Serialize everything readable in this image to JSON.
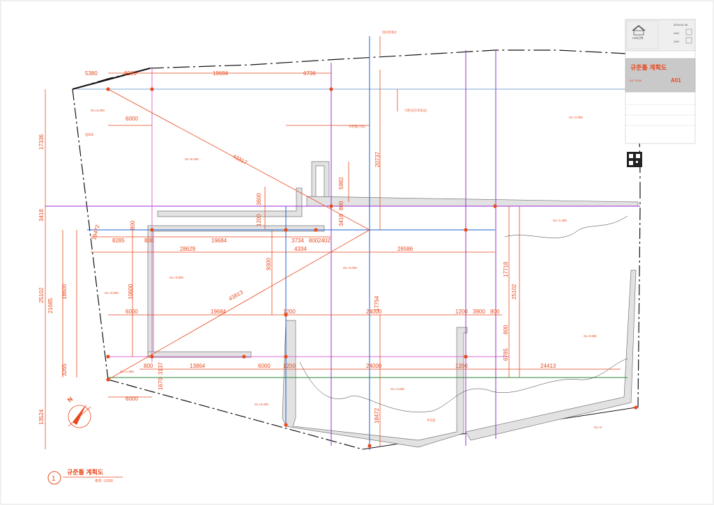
{
  "sheet": {
    "title": "규준틀 계획도",
    "scale_label": "축척 : 1/200",
    "number": "1"
  },
  "title_block": {
    "logo_text": "HSB건축",
    "sheet_title": "규준틀 계획도",
    "sheet_no": "A01",
    "scale": "A3: 1/200",
    "rows": [
      "2024.04.26",
      "JUH",
      "JUH"
    ]
  },
  "north_label": "N",
  "dimensions": {
    "top_row": [
      "5380",
      "8260",
      "19684",
      "6736"
    ],
    "left_col": [
      "17336",
      "3418",
      "25102",
      "21685",
      "18600",
      "3265",
      "13524"
    ],
    "row_mid": [
      "8285",
      "800",
      "19684",
      "3734",
      "800",
      "2402"
    ],
    "row_mid2": [
      "28629",
      "4334",
      "26586"
    ],
    "row_lower": [
      "6000",
      "19684",
      "1200",
      "24000",
      "1200",
      "3900",
      "800"
    ],
    "row_bottom": [
      "800",
      "13864",
      "6000",
      "1200",
      "24000",
      "1200",
      "24413"
    ],
    "misc": [
      "6000",
      "6000",
      "43317",
      "43813",
      "20737",
      "5982",
      "3418",
      "800",
      "1200",
      "3600",
      "9300",
      "17754",
      "17718",
      "25102",
      "800",
      "6785",
      "3137",
      "1670",
      "800",
      "19472",
      "18472",
      "10600"
    ]
  },
  "labels": {
    "room_a": "정화조",
    "room_b": "주차장",
    "note_top": "대지경계선",
    "note_1": "기준선(도로중심)",
    "note_2": "규준틀(가설)"
  },
  "levels": [
    "GL+6.200",
    "GL+6.200",
    "GL+4.600",
    "GL+3.900",
    "GL+3.000",
    "GL+2.800",
    "GL+1.300",
    "GL+1.900",
    "GL+0.200",
    "GL+1.500",
    "GL+1.900",
    "GL-0.900",
    "GL+0.100",
    "GL+0"
  ],
  "colors": {
    "accent": "#e8491d",
    "blue": "#1c5fd6",
    "purple": "#9a2fd0",
    "pink": "#e06ad6",
    "green": "#2a8a3a",
    "lightblue": "#7fa9d8",
    "wall": "#d9d9d9"
  }
}
